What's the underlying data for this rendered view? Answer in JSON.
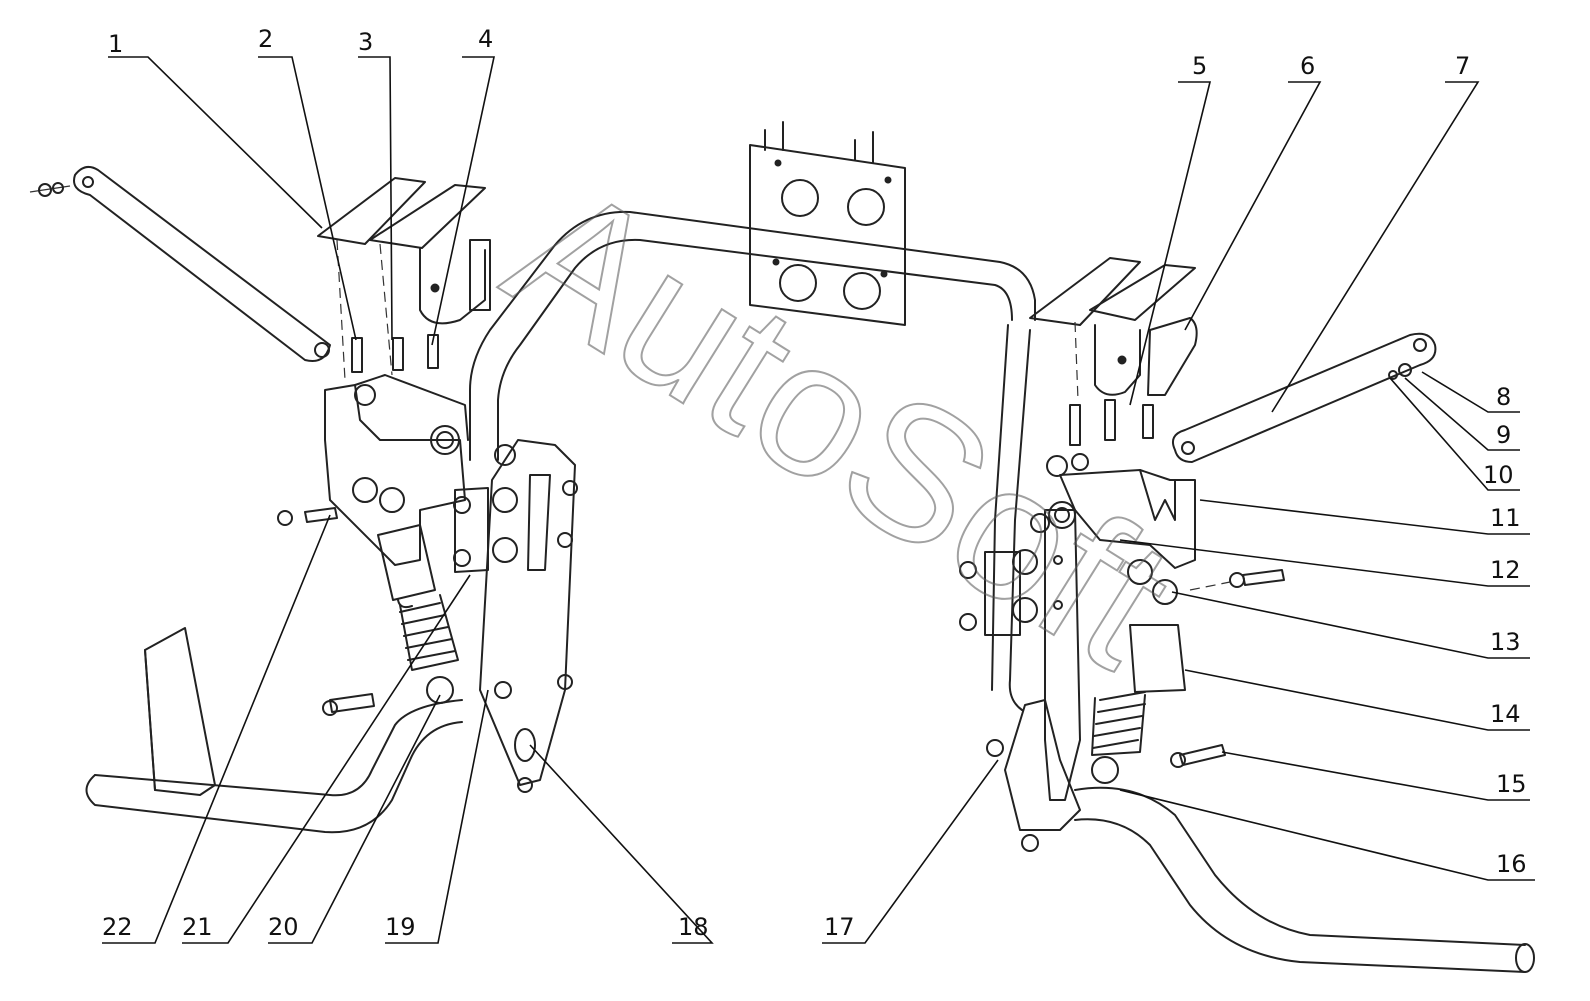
{
  "watermark": "AutoSoft",
  "callouts": [
    {
      "id": "1",
      "label": "1"
    },
    {
      "id": "2",
      "label": "2"
    },
    {
      "id": "3",
      "label": "3"
    },
    {
      "id": "4",
      "label": "4"
    },
    {
      "id": "5",
      "label": "5"
    },
    {
      "id": "6",
      "label": "6"
    },
    {
      "id": "7",
      "label": "7"
    },
    {
      "id": "8",
      "label": "8"
    },
    {
      "id": "9",
      "label": "9"
    },
    {
      "id": "10",
      "label": "10"
    },
    {
      "id": "11",
      "label": "11"
    },
    {
      "id": "12",
      "label": "12"
    },
    {
      "id": "13",
      "label": "13"
    },
    {
      "id": "14",
      "label": "14"
    },
    {
      "id": "15",
      "label": "15"
    },
    {
      "id": "16",
      "label": "16"
    },
    {
      "id": "17",
      "label": "17"
    },
    {
      "id": "18",
      "label": "18"
    },
    {
      "id": "19",
      "label": "19"
    },
    {
      "id": "20",
      "label": "20"
    },
    {
      "id": "21",
      "label": "21"
    },
    {
      "id": "22",
      "label": "22"
    }
  ]
}
